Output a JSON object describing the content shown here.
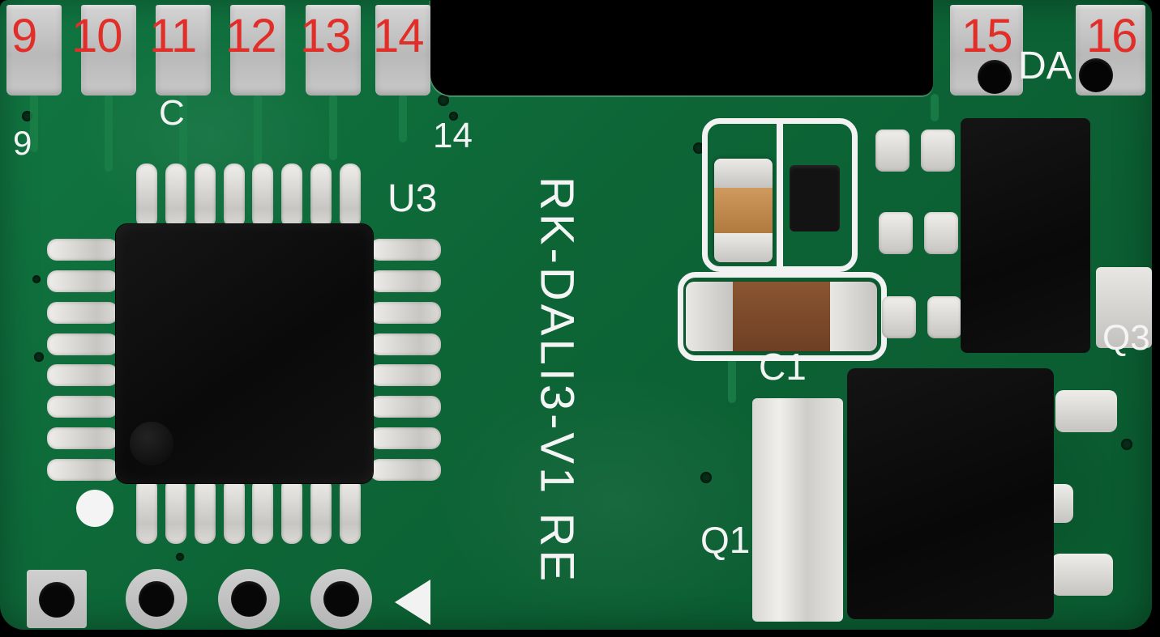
{
  "board": {
    "model_label": "RK-DALI3-V1 RE",
    "pin_annotations": [
      "9",
      "10",
      "11",
      "12",
      "13",
      "14",
      "15",
      "16"
    ],
    "silkscreen": {
      "c": "C",
      "pin9": "9",
      "pin14": "14",
      "u3": "U3",
      "da": "DA",
      "c1": "C1",
      "q3": "Q3",
      "q1": "Q1"
    },
    "colors": {
      "background": "#000000",
      "pcb_green": "#0D6536",
      "annotation_red": "#E22E28",
      "silkscreen_white": "#F4F4F4",
      "pad_gray": "#C4C4C4",
      "ic_black": "#0D0D0D",
      "solder_silver": "#D8D6D2",
      "capacitor_tan": "#BF8A50",
      "capacitor_brown": "#774528"
    }
  }
}
